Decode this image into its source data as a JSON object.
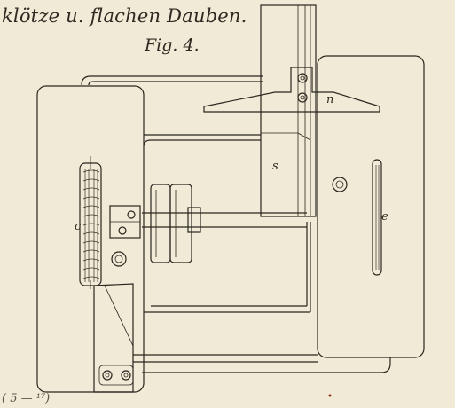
{
  "caption": {
    "title": "klötze u. flachen Dauben.",
    "figure": "Fig. 4."
  },
  "labels": {
    "c": "c",
    "s": "s",
    "e": "e",
    "n": "n"
  },
  "corner_note": "( 5 — ¹⁷)"
}
